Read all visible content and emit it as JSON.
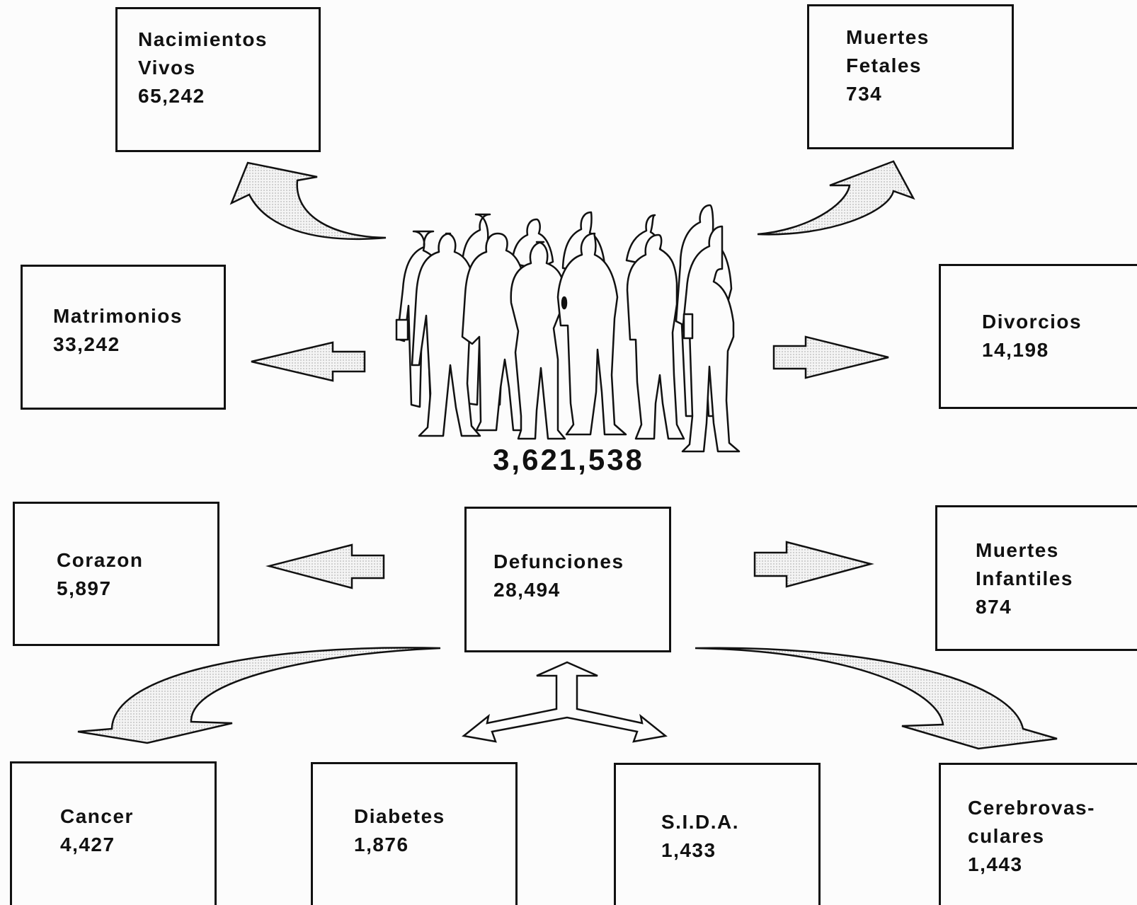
{
  "population": {
    "total": "3,621,538"
  },
  "boxes": {
    "nacimientos": {
      "line1": "Nacimientos",
      "line2": "Vivos",
      "value": "65,242"
    },
    "muertes_fetales": {
      "line1": "Muertes",
      "line2": "Fetales",
      "value": "734"
    },
    "matrimonios": {
      "line1": "Matrimonios",
      "value": "33,242"
    },
    "divorcios": {
      "line1": "Divorcios",
      "value": "14,198"
    },
    "corazon": {
      "line1": "Corazon",
      "value": "5,897"
    },
    "defunciones": {
      "line1": "Defunciones",
      "value": "28,494"
    },
    "muertes_infantiles": {
      "line1": "Muertes",
      "line2": "Infantiles",
      "value": "874"
    },
    "cancer": {
      "line1": "Cancer",
      "value": "4,427"
    },
    "diabetes": {
      "line1": "Diabetes",
      "value": "1,876"
    },
    "sida": {
      "line1": "S.I.D.A.",
      "value": "1,433"
    },
    "cerebrovasculares": {
      "line1": "Cerebrovas-",
      "line2": "culares",
      "value": "1,443"
    }
  },
  "colors": {
    "ink": "#111111",
    "paper": "#fcfcfc",
    "arrow_fill": "#eeeeee"
  },
  "icons": {
    "center": "crowd-silhouette-icon"
  }
}
